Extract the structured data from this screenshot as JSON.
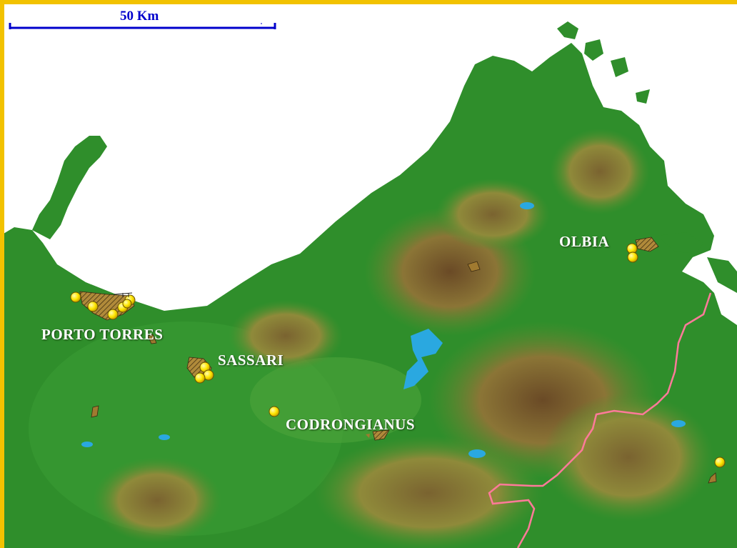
{
  "scale_bar": {
    "label": "50 Km",
    "color": "#0000cc"
  },
  "frame_color": "#f2c200",
  "colors": {
    "sea": "#ffffff",
    "lowland": "#2d8f2a",
    "mid_elevation": "#8f8a3a",
    "highland": "#7a5a30",
    "lakes": "#2aa8e0",
    "boundary": "#ff7a9a",
    "site_marker": "#ffe600",
    "urban_area": "#a07a30"
  },
  "places": [
    {
      "id": "porto-torres",
      "name": "PORTO TORRES"
    },
    {
      "id": "sassari",
      "name": "SASSARI"
    },
    {
      "id": "codrongianus",
      "name": "CODRONGIANUS"
    },
    {
      "id": "olbia",
      "name": "OLBIA"
    }
  ]
}
